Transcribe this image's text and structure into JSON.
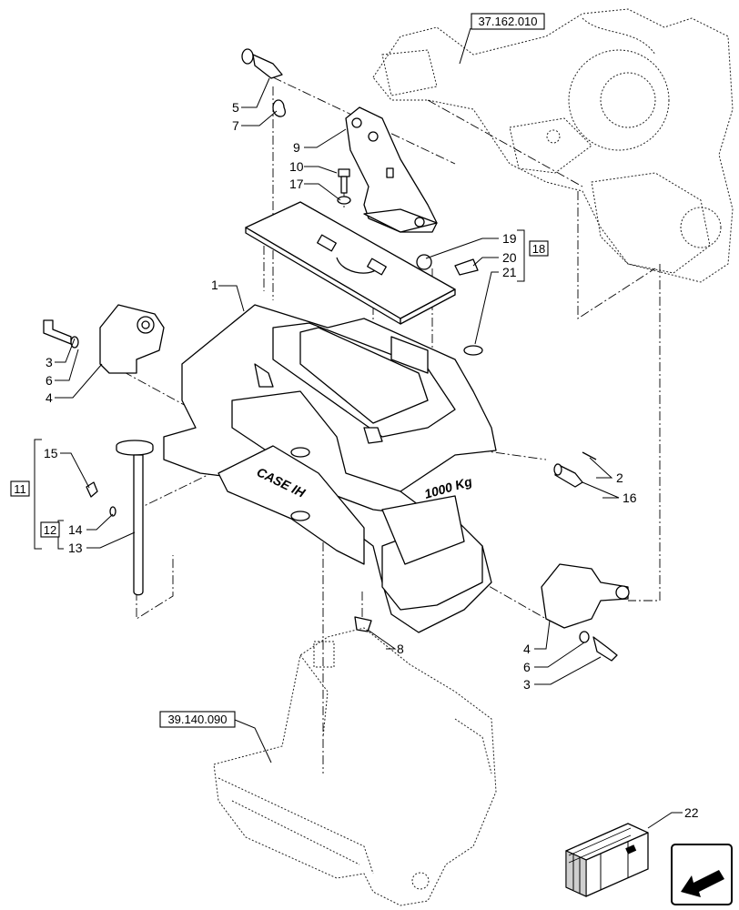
{
  "references": {
    "top_right": "37.162.010",
    "bottom_left": "39.140.090"
  },
  "weight_label": "1000 Kg",
  "brand": "CASE IH",
  "callouts": {
    "c1": "1",
    "c2": "2",
    "c3a": "3",
    "c3b": "3",
    "c4a": "4",
    "c4b": "4",
    "c5": "5",
    "c6a": "6",
    "c6b": "6",
    "c7": "7",
    "c8": "8",
    "c9": "9",
    "c10": "10",
    "c13": "13",
    "c14": "14",
    "c15": "15",
    "c16": "16",
    "c17": "17",
    "c19": "19",
    "c20": "20",
    "c21": "21",
    "c22": "22"
  },
  "group_boxes": {
    "g11": "11",
    "g12": "12",
    "g18": "18"
  },
  "icons": {
    "navigation": "arrow-return-icon",
    "kit": "kit-box-icon"
  }
}
